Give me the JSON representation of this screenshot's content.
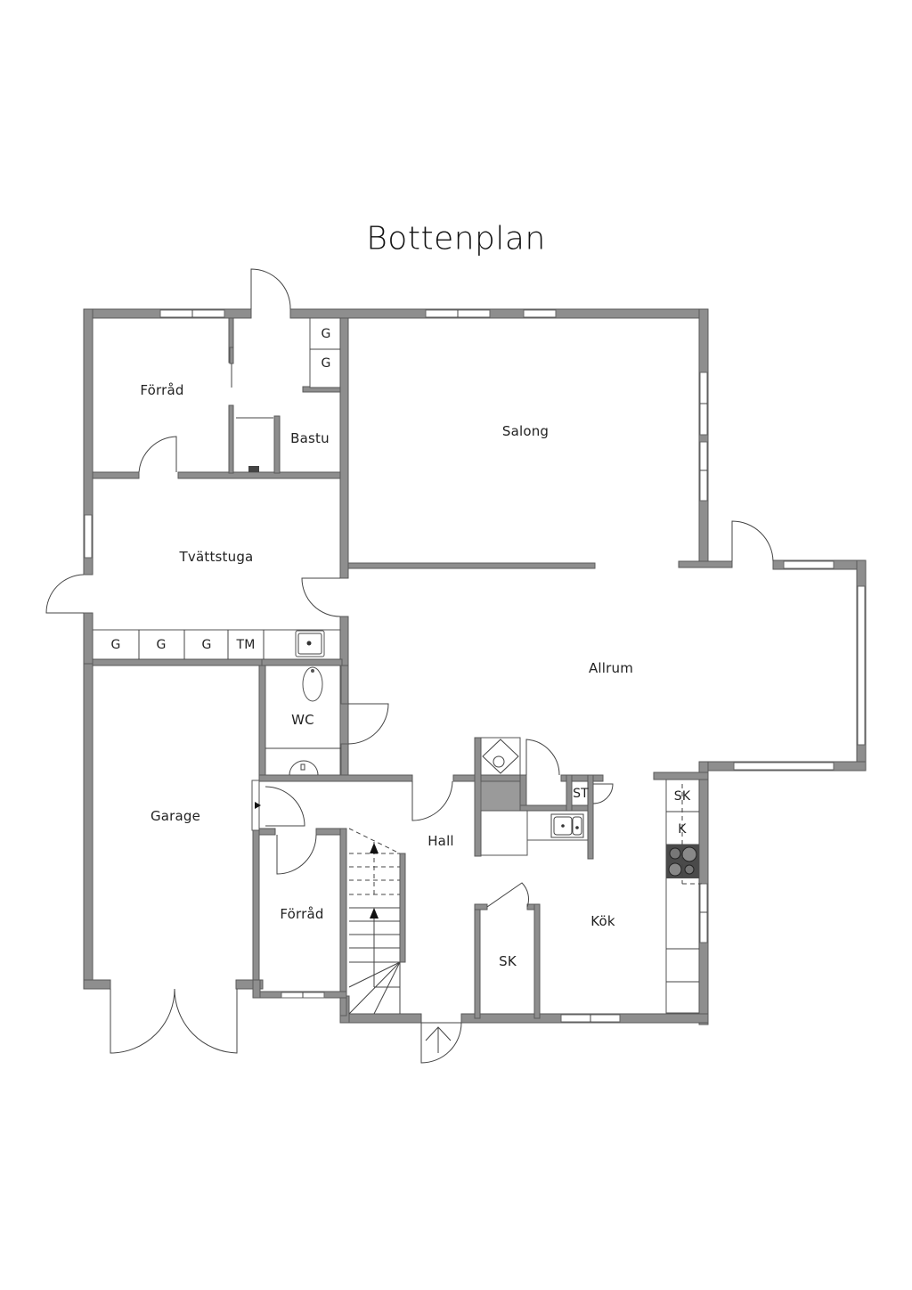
{
  "title": "Bottenplan",
  "colors": {
    "wall": "#8e8e8e",
    "wall_outline": "#5a5a5a",
    "background": "#ffffff",
    "text": "#222222"
  },
  "rooms": {
    "forrad_top": "Förråd",
    "bastu": "Bastu",
    "salong": "Salong",
    "tvattstuga": "Tvättstuga",
    "allrum": "Allrum",
    "wc": "WC",
    "garage": "Garage",
    "hall": "Hall",
    "forrad_bottom": "Förråd",
    "kok": "Kök",
    "sk_hall": "SK"
  },
  "fixtures": {
    "top_closet": [
      "G",
      "G"
    ],
    "laundry_row": [
      "G",
      "G",
      "G",
      "TM"
    ],
    "st": "ST",
    "kitchen_col": [
      "SK",
      "K"
    ]
  }
}
